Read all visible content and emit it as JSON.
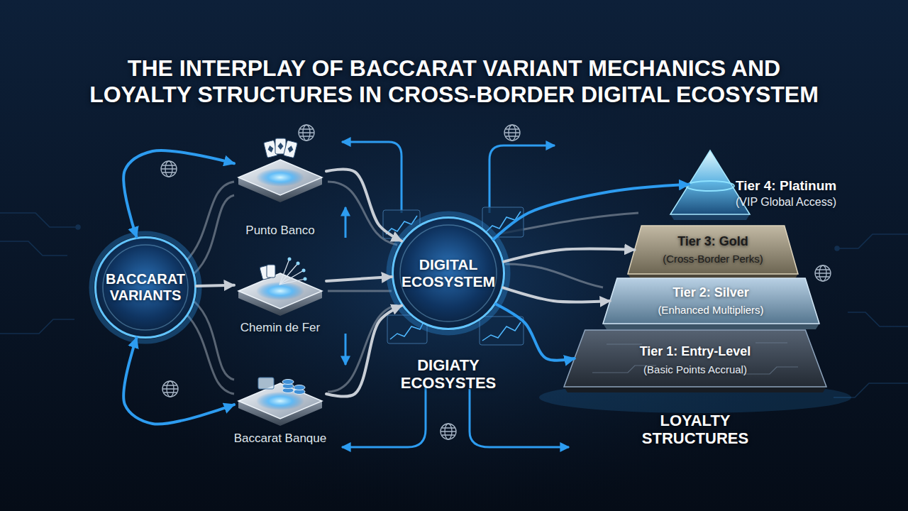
{
  "diagram": {
    "title": "THE INTERPLAY OF BACCARAT VARIANT MECHANICS AND LOYALTY STRUCTURES IN CROSS-BORDER DIGITAL ECOSYSTEM",
    "nodes": [
      {
        "text": [
          "BACCARAT VARIANTS"
        ]
      },
      {
        "text": [
          "Punto Banco"
        ]
      },
      {
        "text": [
          "Chemin de Fer"
        ]
      },
      {
        "text": [
          "Baccarat Banque"
        ]
      },
      {
        "text": [
          "DIGITAL ECOSYSTEM",
          "DIGIATY ECOSYSTES"
        ]
      },
      {
        "text": [
          "Tier 4: Platinum",
          "(VIP Global Access)"
        ]
      },
      {
        "text": [
          "Tier 3: Gold",
          "(Cross-Border Perks)"
        ]
      },
      {
        "text": [
          "Tier 2: Silver",
          "(Enhanced Multipliers)"
        ]
      },
      {
        "text": [
          "Tier 1: Entry-Level",
          "(Basic Points Accrual)"
        ]
      }
    ],
    "edges": [
      {
        "from": 0,
        "to": 1,
        "arrow": "both"
      },
      {
        "from": 0,
        "to": 2,
        "arrow": "to"
      },
      {
        "from": 0,
        "to": 3,
        "arrow": "both"
      },
      {
        "from": 1,
        "to": 4,
        "arrow": "to"
      },
      {
        "from": 2,
        "to": 4,
        "arrow": "to"
      },
      {
        "from": 3,
        "to": 4,
        "arrow": "to"
      },
      {
        "from": 4,
        "to": 5,
        "arrow": "to"
      },
      {
        "from": 4,
        "to": 6,
        "arrow": "to"
      },
      {
        "from": 4,
        "to": 7,
        "arrow": "to"
      },
      {
        "from": 4,
        "to": 8,
        "arrow": "to"
      }
    ],
    "labels": [
      "LOYALTY STRUCTURES"
    ]
  }
}
